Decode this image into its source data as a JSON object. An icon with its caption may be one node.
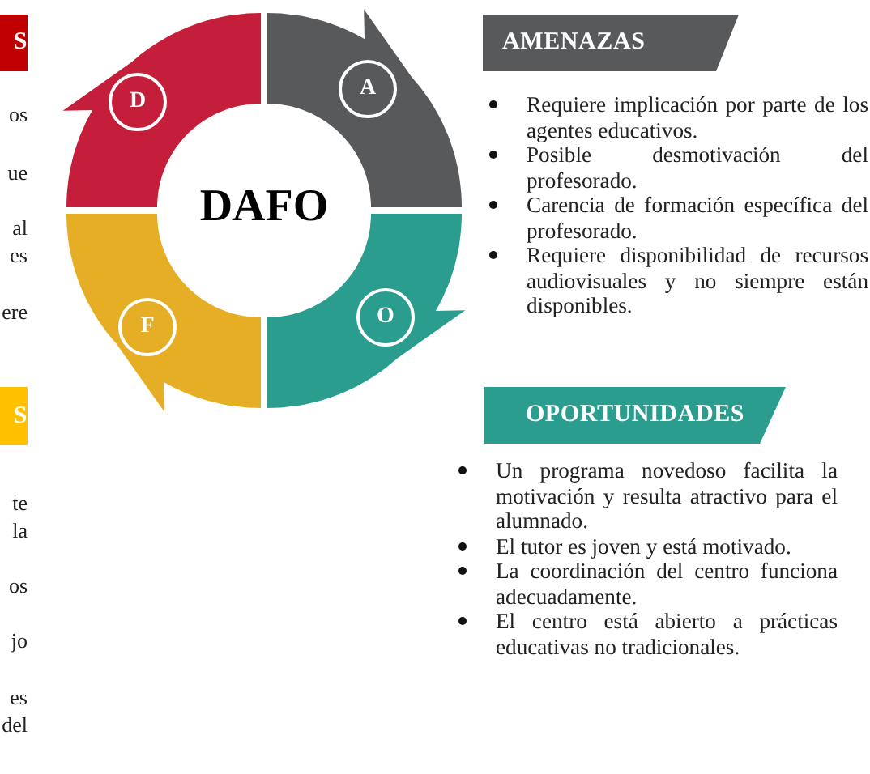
{
  "diagram": {
    "nodes": [
      {
        "text": [
          "S"
        ]
      },
      {
        "text": [
          "S"
        ]
      },
      {
        "text": [
          "DAFO"
        ]
      },
      {
        "text": [
          "D"
        ]
      },
      {
        "text": [
          "A"
        ]
      },
      {
        "text": [
          "F"
        ]
      },
      {
        "text": [
          "O"
        ]
      },
      {
        "text": [
          "AMENAZAS"
        ]
      },
      {
        "text": [
          "OPORTUNIDADES"
        ]
      }
    ],
    "labels": [
      "os",
      "ue",
      "al",
      "es",
      "ere",
      "te",
      "la",
      "os",
      "jo",
      "es",
      "del",
      "Requiere implicación por parte de los agentes educativos.",
      "Posible desmotivación del profesorado.",
      "Carencia de formación específica del profesorado.",
      "Requiere disponibilidad de recursos audiovisuales y no siempre están disponibles.",
      "Un programa novedoso facilita la motivación y resulta atractivo para el alumnado.",
      "El tutor es joven y está motivado.",
      "La coordinación del centro funciona adecuadamente.",
      "El centro está abierto a prácticas educativas no tradicionales."
    ]
  }
}
